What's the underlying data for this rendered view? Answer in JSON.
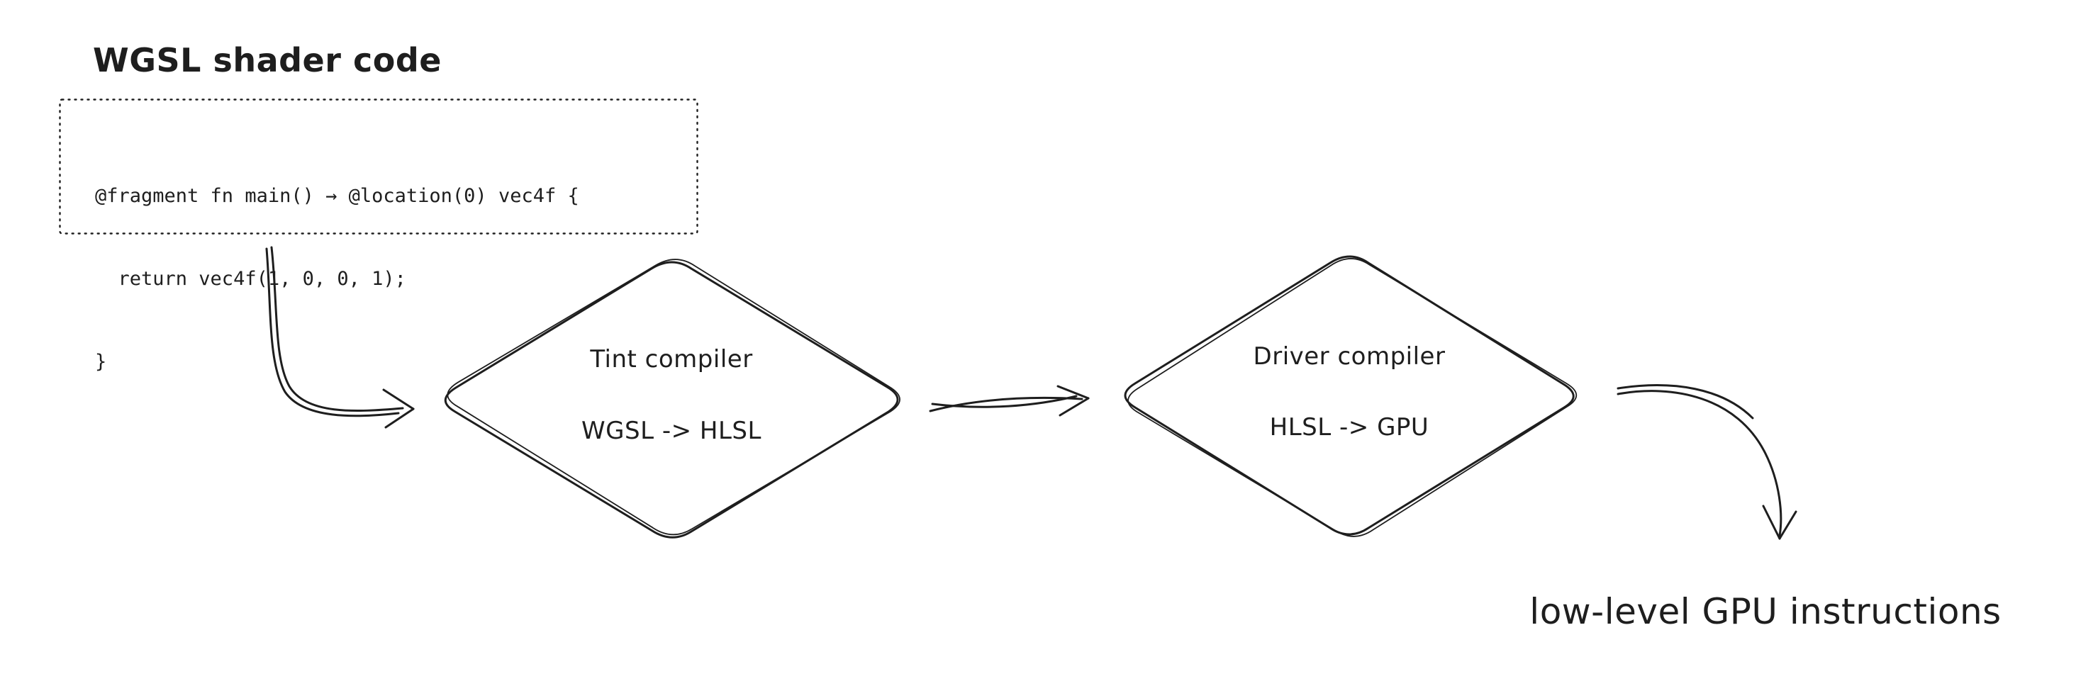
{
  "colors": {
    "ink": "#1e1e1e",
    "background": "#ffffff"
  },
  "title": "WGSL shader code",
  "code_block": {
    "lines": [
      "@fragment fn main() → @location(0) vec4f {",
      "  return vec4f(1, 0, 0, 1);",
      "}"
    ]
  },
  "nodes": [
    {
      "id": "tint",
      "title": "Tint compiler",
      "subtitle": "WGSL -> HLSL"
    },
    {
      "id": "driver",
      "title": "Driver compiler",
      "subtitle": "HLSL -> GPU"
    }
  ],
  "output_label": "low-level GPU instructions",
  "edges": [
    {
      "from": "code-block",
      "to": "tint-compiler"
    },
    {
      "from": "tint-compiler",
      "to": "driver-compiler"
    },
    {
      "from": "driver-compiler",
      "to": "output-label"
    }
  ]
}
